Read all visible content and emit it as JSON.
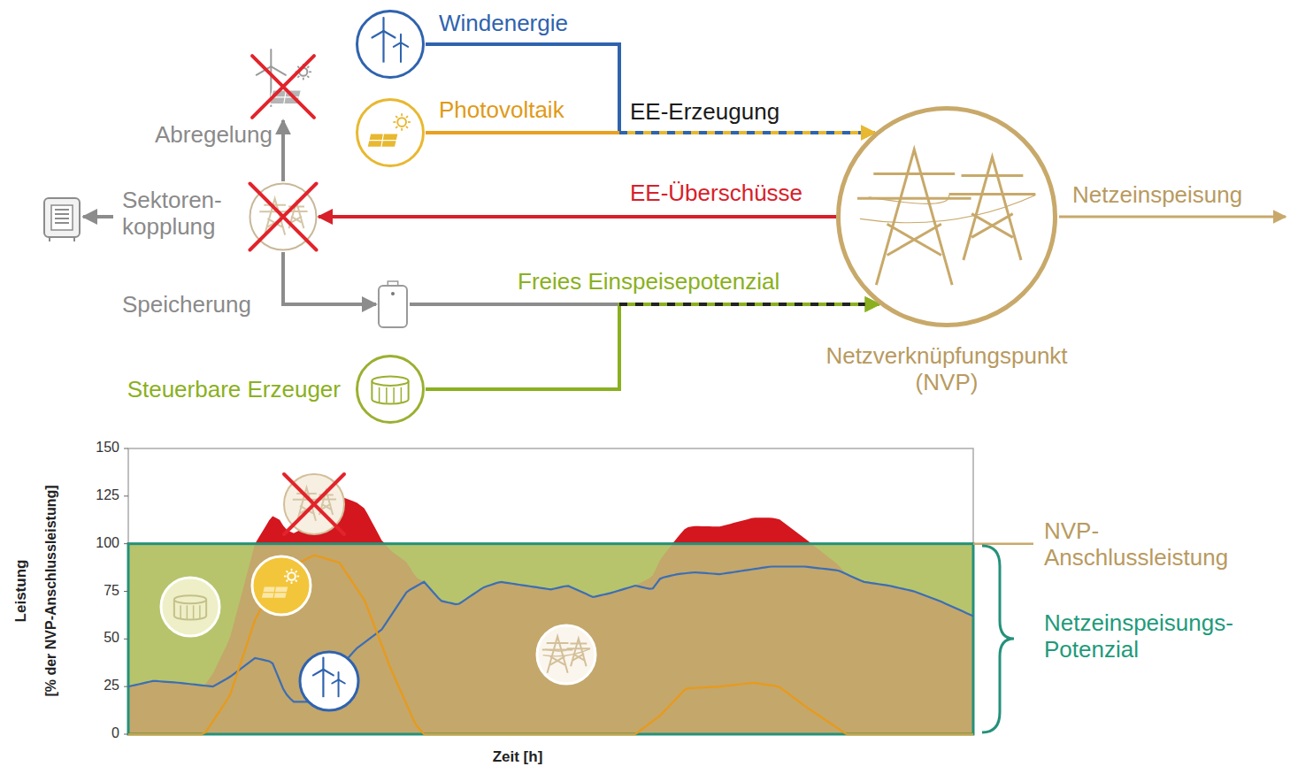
{
  "diagram": {
    "nodes": [
      {
        "text": [
          "Windenergie"
        ]
      },
      {
        "text": [
          "Photovoltaik"
        ]
      },
      {
        "text": [
          "Netzverknüpfungspunkt (NVP)"
        ]
      },
      {
        "text": [
          "Sektoren- kopplung"
        ]
      },
      {
        "text": [
          "Abregelung"
        ]
      },
      {
        "text": [
          "Speicherung"
        ]
      },
      {
        "text": [
          "Steuerbare Erzeuger"
        ]
      }
    ],
    "edges": [
      {
        "from": 0,
        "to": 2,
        "arrow": "to"
      },
      {
        "from": 1,
        "to": 2,
        "arrow": "to",
        "label": "EE-Erzeugung"
      },
      {
        "from": 2,
        "to": 3,
        "arrow": "to",
        "label": "EE-Überschüsse"
      },
      {
        "from": 3,
        "to": 4,
        "arrow": "to"
      },
      {
        "from": 3,
        "to": 5,
        "arrow": "to"
      },
      {
        "from": 5,
        "to": 2,
        "arrow": "to",
        "label": "Freies Einspeisepotenzial"
      },
      {
        "from": 6,
        "to": 2,
        "arrow": "to"
      }
    ],
    "labels": [
      "Netzeinspeisung",
      "150",
      "125",
      "100",
      "75",
      "50",
      "25",
      "0",
      "Leistung",
      "[% der NVP-Anschlussleistung]",
      "Zeit [h]",
      "NVP- Anschlussleistung",
      "Netzeinspeisungs- Potenzial"
    ]
  }
}
